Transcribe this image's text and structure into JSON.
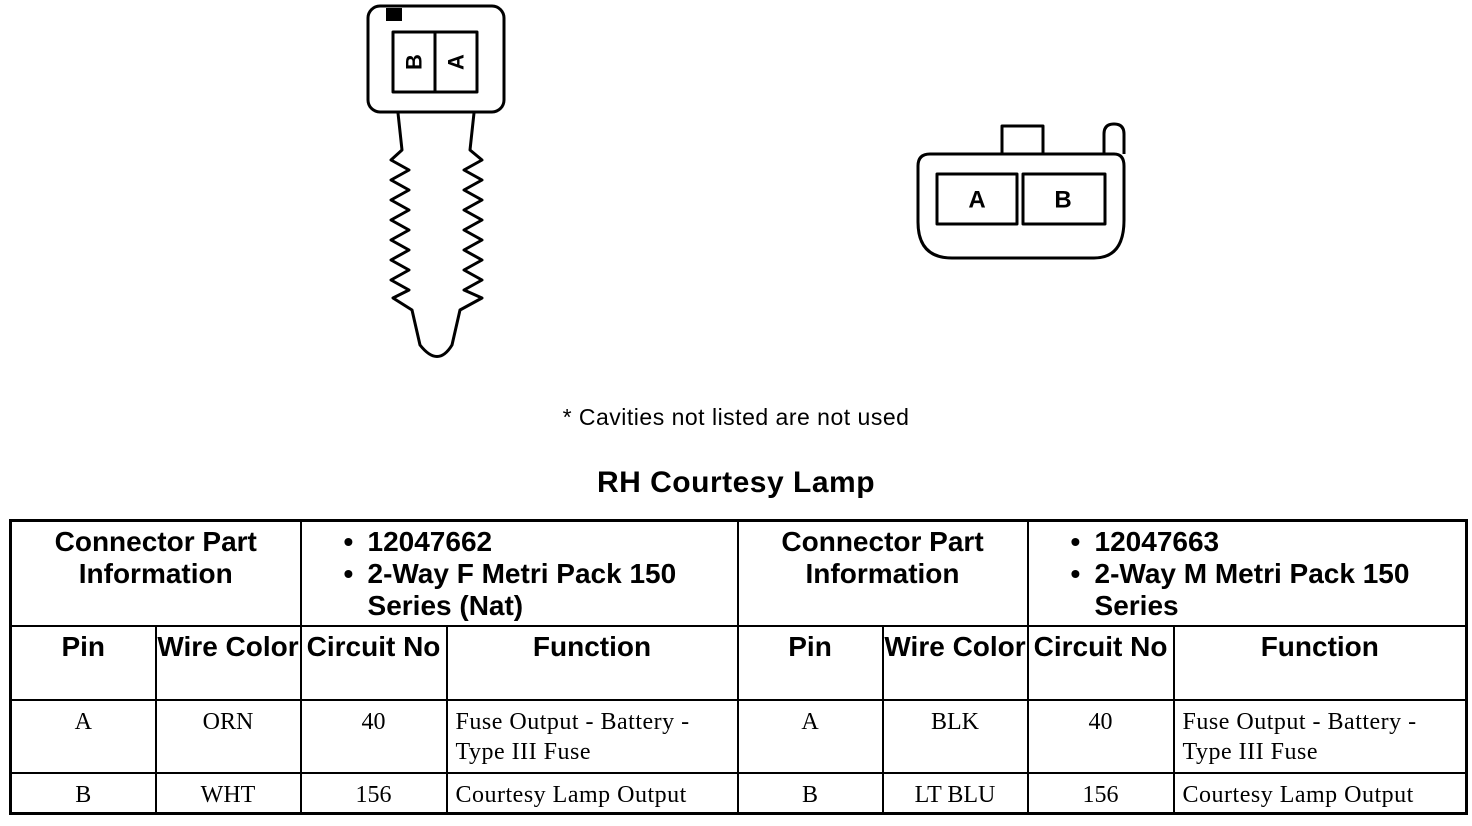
{
  "connector_left": {
    "cavity_labels": [
      "B",
      "A"
    ]
  },
  "connector_right": {
    "cavity_labels": [
      "A",
      "B"
    ]
  },
  "note": "* Cavities not listed are not used",
  "title": "RH Courtesy Lamp",
  "table": {
    "info_label": "Connector Part Information",
    "left_part": {
      "part_number": "12047662",
      "description": "2-Way F Metri Pack 150 Series (Nat)"
    },
    "right_part": {
      "part_number": "12047663",
      "description": "2-Way M Metri Pack 150 Series"
    },
    "columns": {
      "pin": "Pin",
      "wire_color": "Wire Color",
      "circuit_no": "Circuit No",
      "function": "Function"
    },
    "left_rows": [
      {
        "pin": "A",
        "wire_color": "ORN",
        "circuit_no": "40",
        "function": "Fuse Output - Battery - Type III Fuse"
      },
      {
        "pin": "B",
        "wire_color": "WHT",
        "circuit_no": "156",
        "function": "Courtesy Lamp Output"
      }
    ],
    "right_rows": [
      {
        "pin": "A",
        "wire_color": "BLK",
        "circuit_no": "40",
        "function": "Fuse Output - Battery - Type III Fuse"
      },
      {
        "pin": "B",
        "wire_color": "LT BLU",
        "circuit_no": "156",
        "function": "Courtesy Lamp Output"
      }
    ]
  }
}
